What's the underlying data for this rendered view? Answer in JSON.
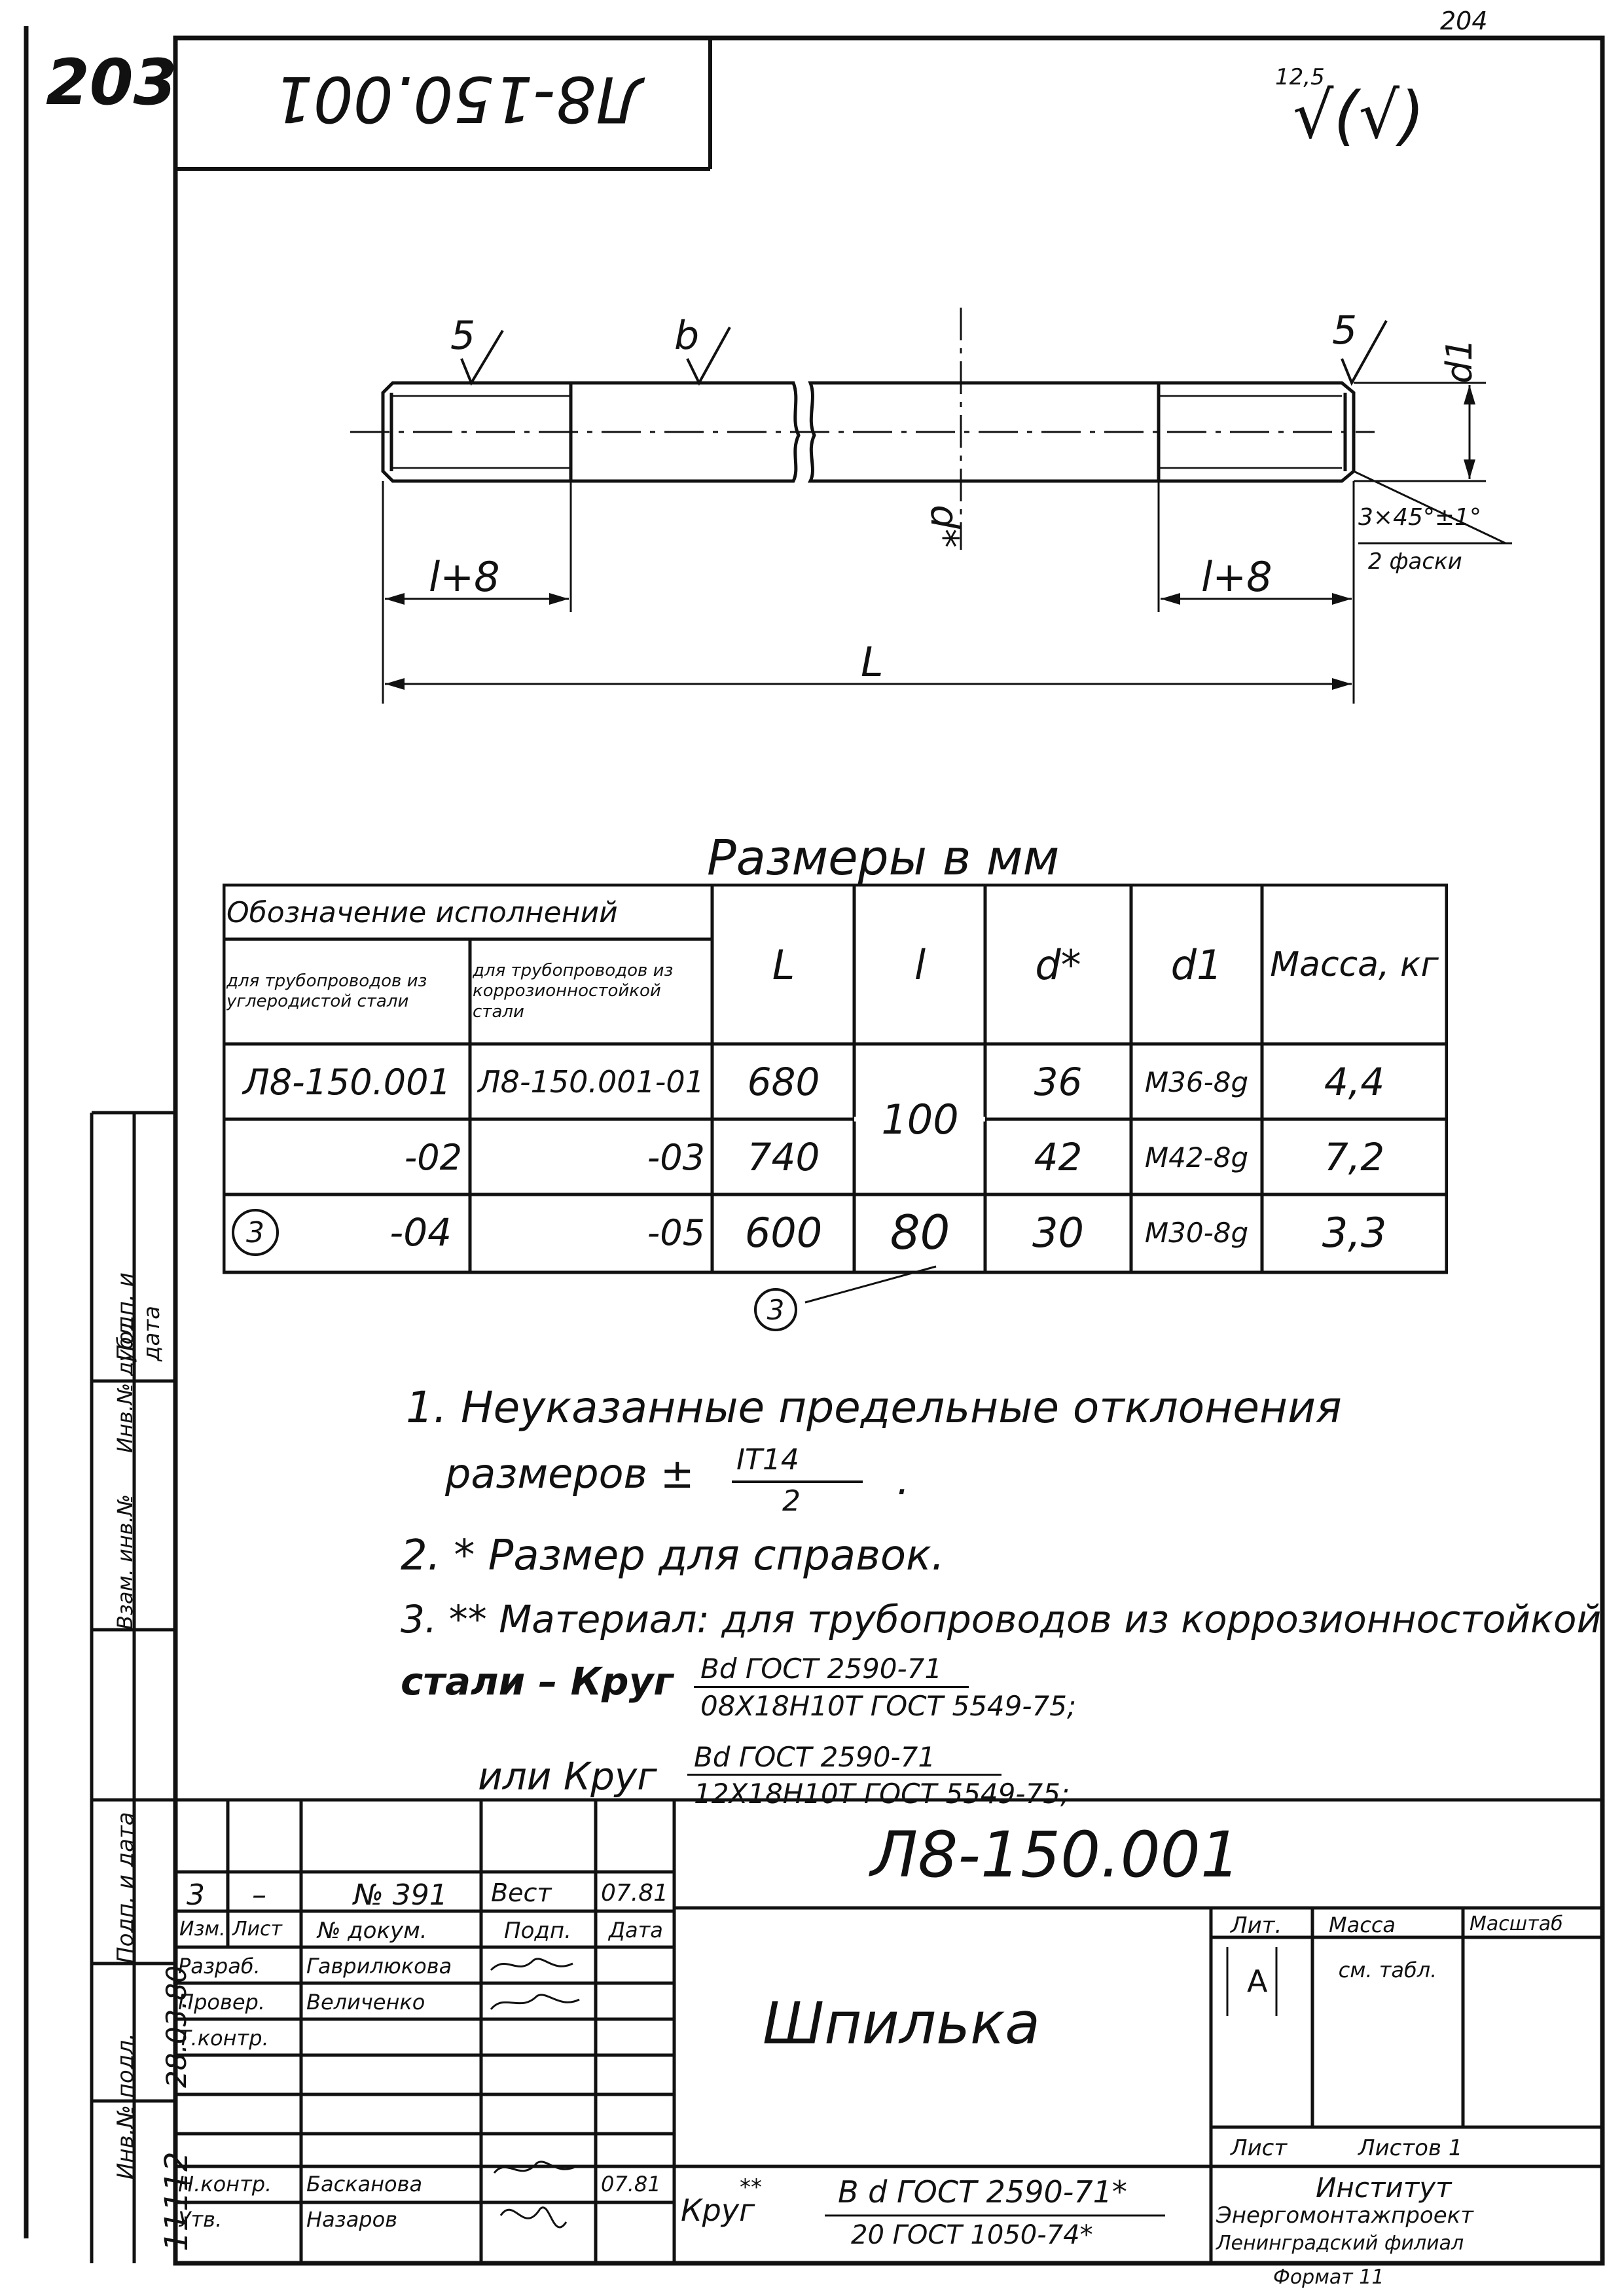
{
  "page": {
    "sheet_number": "203",
    "top_right_mark": "204",
    "doc_code_rotated": "Л8-150.001",
    "roughness_general": "12,5",
    "roughness_symbol": "√(√)"
  },
  "drawing": {
    "roughness_left": "5",
    "roughness_mid": "b",
    "roughness_right": "5",
    "dim_end_left": "l+8",
    "dim_end_right": "l+8",
    "dim_total": "L",
    "dim_d_star": "d*",
    "dim_d1": "d1",
    "chamfer": "3×45°±1°",
    "chamfer_note": "2 фаски"
  },
  "table": {
    "caption": "Размеры в мм",
    "header_group": "Обозначение исполнений",
    "header_carbon": "для трубопроводов из углеродистой стали",
    "header_stainless": "для трубопроводов из коррозионностойкой стали",
    "col_L": "L",
    "col_l": "l",
    "col_d": "d*",
    "col_d1": "d1",
    "col_mass": "Масса, кг",
    "rows": [
      {
        "marker": "",
        "carbon": "Л8-150.001",
        "stainless": "Л8-150.001-01",
        "L": "680",
        "d": "36",
        "d1": "М36-8g",
        "mass": "4,4"
      },
      {
        "marker": "",
        "carbon": "-02",
        "stainless": "-03",
        "L": "740",
        "d": "42",
        "d1": "М42-8g",
        "mass": "7,2"
      },
      {
        "marker": "3",
        "carbon": "-04",
        "stainless": "-05",
        "L": "600",
        "d": "30",
        "d1": "М30-8g",
        "mass": "3,3"
      }
    ],
    "l_rows_1_2": "100",
    "l_row_3": "80",
    "revision_mark": "3"
  },
  "notes": {
    "n1": "1. Неуказанные предельные отклонения",
    "n1b_prefix": "размеров ±",
    "n1b_num": "IT14",
    "n1b_den": "2",
    "n1b_suffix": ".",
    "n2": "2. * Размер для справок.",
    "n3": "3. ** Материал: для трубопроводов из коррозионностойкой",
    "n3b_prefix": "стали – Круг",
    "n3b_num": "Bd ГОСТ 2590-71",
    "n3b_den": "08Х18Н10Т ГОСТ 5549-75;",
    "n3c_prefix": "или Круг",
    "n3c_num": "Bd ГОСТ 2590-71",
    "n3c_den": "12Х18Н10Т ГОСТ 5549-75;"
  },
  "side_stamp": {
    "inv_orig": "Инв.№ подл.",
    "sign_date": "Подп. и дата",
    "replace_inv": "Взам. инв.№",
    "inv_dup": "Инв.№ дубл.",
    "sign_date2": "Подп. и дата",
    "inv_value": "11112",
    "date_value": "28.03.80"
  },
  "title_block": {
    "doc_code": "Л8-150.001",
    "name": "Шпилька",
    "rev_row": {
      "izm": "3",
      "list": "–",
      "doc": "№ 391",
      "sign": "Вест",
      "date": "07.81"
    },
    "hdr": {
      "izm": "Изм.",
      "list": "Лист",
      "doc": "№ докум.",
      "sign": "Подп.",
      "date": "Дата"
    },
    "roles": [
      {
        "role": "Разраб.",
        "person": "Гаврилюкова"
      },
      {
        "role": "Провер.",
        "person": "Величенко"
      },
      {
        "role": "Т.контр.",
        "person": ""
      },
      {
        "role": "",
        "person": ""
      },
      {
        "role": "Н.контр.",
        "person": "Басканова",
        "date": "07.81"
      },
      {
        "role": "Утв.",
        "person": "Назаров"
      }
    ],
    "lit_label": "Лит.",
    "mass_label": "Масса",
    "scale_label": "Масштаб",
    "lit_value": "А",
    "mass_value": "см. табл.",
    "sheet_label": "Лист",
    "sheets_label": "Листов 1",
    "material_prefix": "Круг",
    "material_num": "B d ГОСТ 2590-71*",
    "material_den": "20 ГОСТ 1050-74*",
    "material_mark": "**",
    "org1": "Институт",
    "org2": "Энергомонтажпроект",
    "org3": "Ленинградский филиал",
    "format": "Формат 11"
  }
}
